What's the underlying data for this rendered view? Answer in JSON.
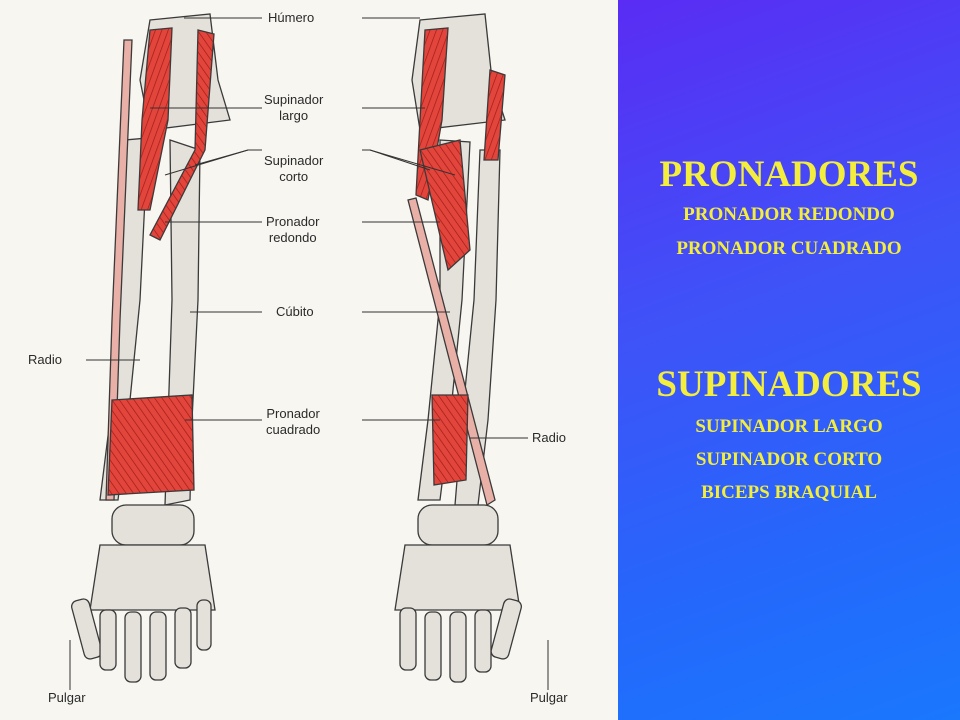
{
  "diagram": {
    "labels": {
      "humero": "Húmero",
      "supinador_largo": "Supinador\nlargo",
      "supinador_corto": "Supinador\ncorto",
      "pronador_redondo": "Pronador\nredondo",
      "cubito": "Cúbito",
      "pronador_cuadrado": "Pronador\ncuadrado",
      "radio_left": "Radio",
      "radio_right": "Radio",
      "pulgar_left": "Pulgar",
      "pulgar_right": "Pulgar"
    },
    "colors": {
      "muscle": "#e2453c",
      "muscle_dark": "#9e1c16",
      "bone": "#e4e1da",
      "bone_outline": "#3a3a3a",
      "leader": "#333333"
    }
  },
  "panel": {
    "pronadores": {
      "heading": "PRONADORES",
      "items": [
        "PRONADOR REDONDO",
        "PRONADOR CUADRADO"
      ]
    },
    "supinadores": {
      "heading": "SUPINADORES",
      "items": [
        "SUPINADOR LARGO",
        "SUPINADOR CORTO",
        "BICEPS BRAQUIAL"
      ]
    },
    "colors": {
      "gradient_top": "#5a2cf4",
      "gradient_bottom": "#1a78fd",
      "text": "#f3ed3e"
    }
  }
}
